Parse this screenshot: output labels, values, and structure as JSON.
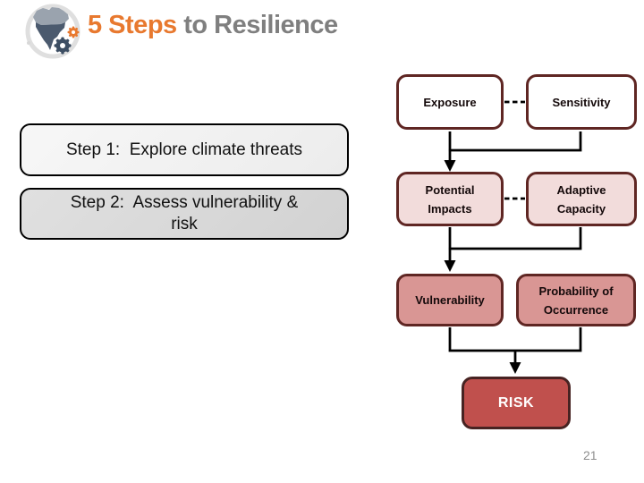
{
  "header": {
    "title_accent": "5 Steps",
    "title_rest": "to Resilience",
    "logo_icon": "globe-gears-logo"
  },
  "steps": [
    {
      "label": "Step 1:  Explore climate threats"
    },
    {
      "label": "Step 2:  Assess vulnerability &\nrisk"
    }
  ],
  "flowchart": {
    "exposure": "Exposure",
    "sensitivity": "Sensitivity",
    "potential_impacts": "Potential\nImpacts",
    "adaptive_capacity": "Adaptive\nCapacity",
    "vulnerability": "Vulnerability",
    "probability_of_occurrence": "Probability of\nOccurrence",
    "risk": "RISK"
  },
  "footer": {
    "page_number": "21"
  },
  "colors": {
    "title_accent": "#e8792f",
    "title_gray": "#7f7f7f",
    "node_border": "#5f2623",
    "node_fill_row1": "#ffffff",
    "node_fill_row2": "#f2dcdb",
    "node_fill_row3": "#d99694",
    "risk_fill": "#c0504d",
    "connector": "#000000"
  }
}
